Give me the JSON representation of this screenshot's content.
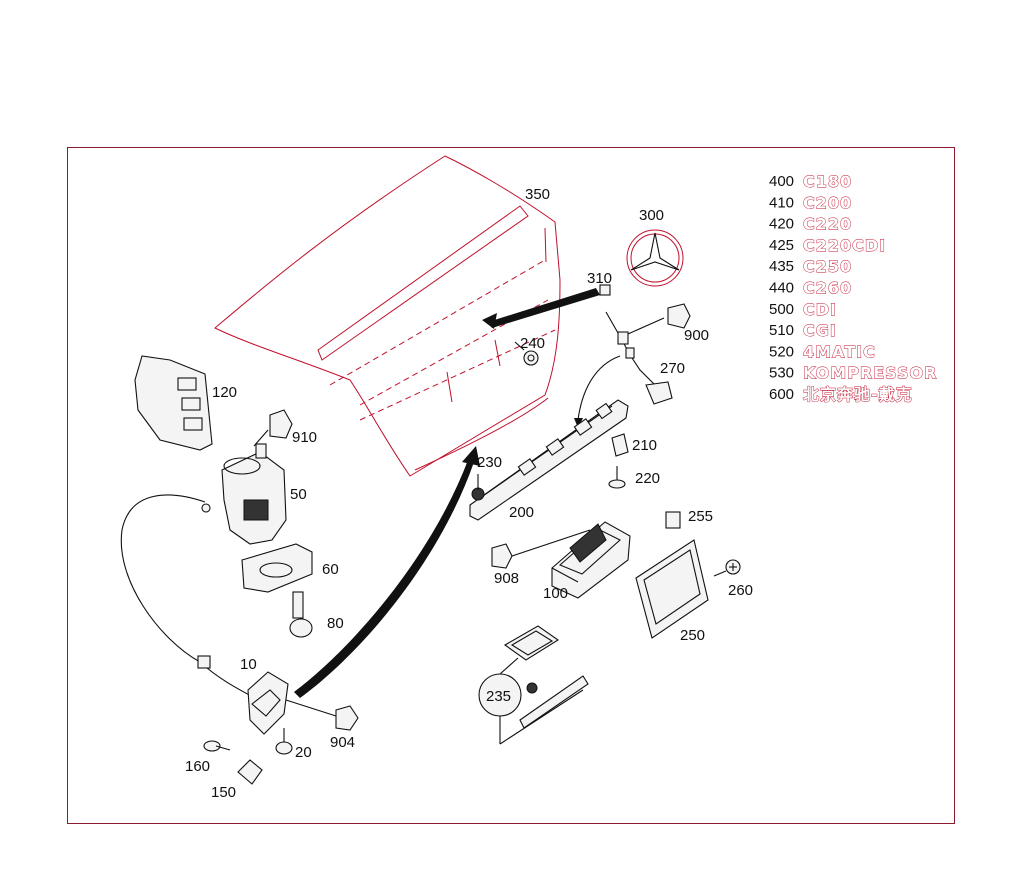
{
  "callouts": {
    "c350": "350",
    "c300": "300",
    "c310": "310",
    "c240": "240",
    "c900": "900",
    "c270": "270",
    "c120": "120",
    "c910": "910",
    "c50": "50",
    "c210": "210",
    "c230": "230",
    "c220": "220",
    "c200": "200",
    "c255": "255",
    "c908": "908",
    "c100": "100",
    "c260": "260",
    "c60": "60",
    "c80": "80",
    "c250": "250",
    "c10": "10",
    "c235": "235",
    "c904": "904",
    "c20": "20",
    "c160": "160",
    "c150": "150"
  },
  "legend": [
    {
      "num": "400",
      "badge": "C180"
    },
    {
      "num": "410",
      "badge": "C200"
    },
    {
      "num": "420",
      "badge": "C220"
    },
    {
      "num": "425",
      "badge": "C220CDI"
    },
    {
      "num": "435",
      "badge": "C250"
    },
    {
      "num": "440",
      "badge": "C260"
    },
    {
      "num": "500",
      "badge": "CDI"
    },
    {
      "num": "510",
      "badge": "CGI"
    },
    {
      "num": "520",
      "badge": "4MATIC"
    },
    {
      "num": "530",
      "badge": "KOMPRESSOR"
    },
    {
      "num": "600",
      "badge": "北京奔驰-戴克"
    }
  ],
  "colors": {
    "frame": "#8b1a2e",
    "accent": "#c0102c",
    "line": "#111111"
  }
}
